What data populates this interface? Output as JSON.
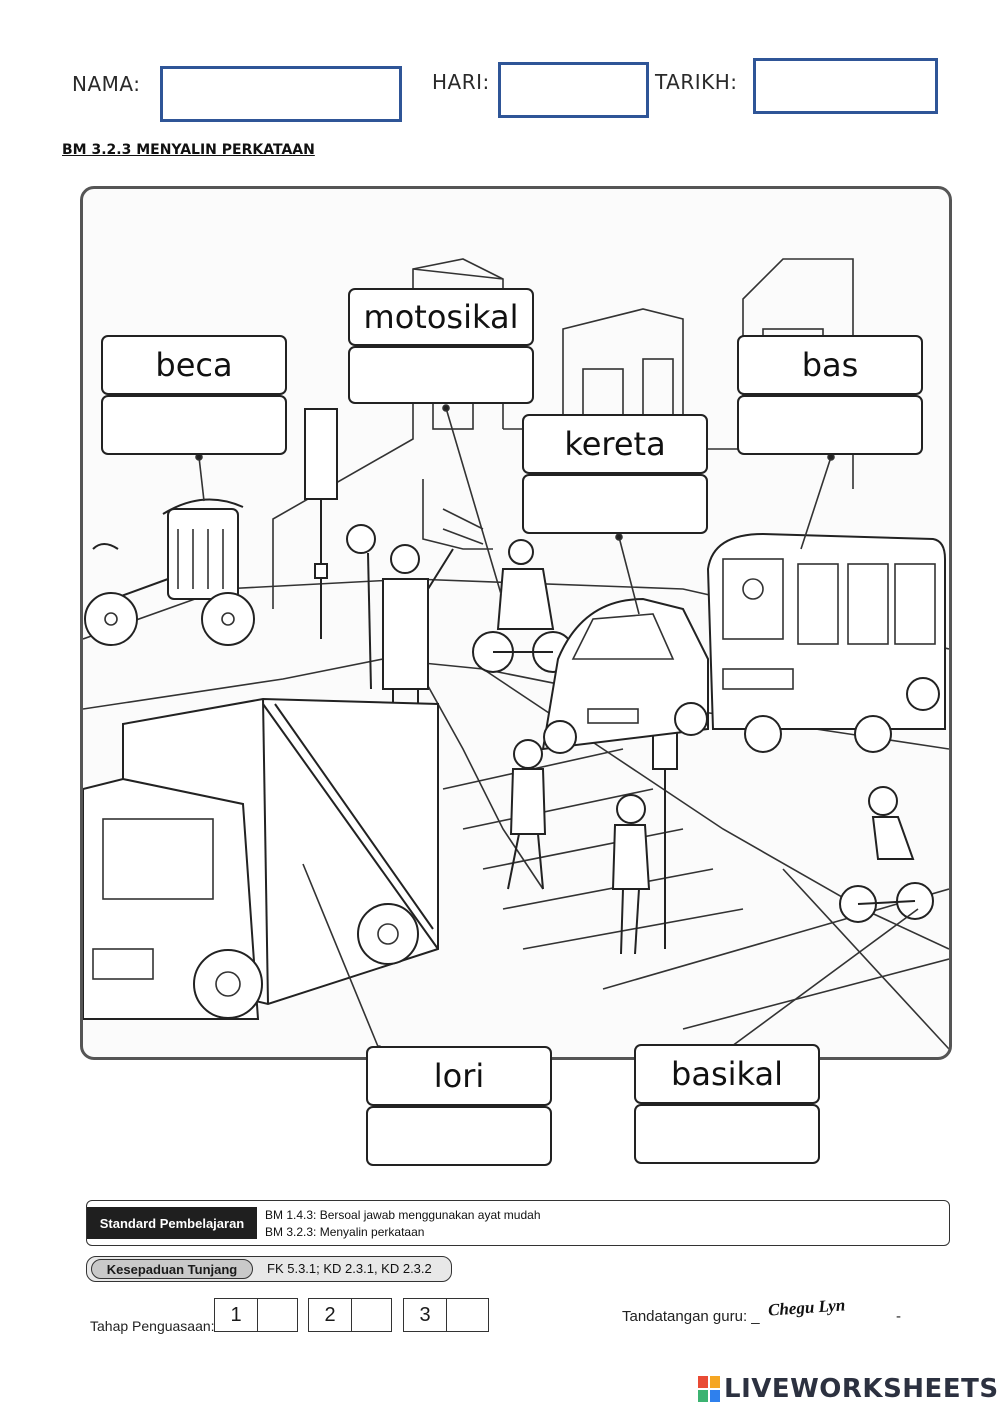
{
  "header": {
    "name_label": "NAMA:",
    "day_label": "HARI:",
    "date_label": "TARIKH:"
  },
  "subtitle": "BM 3.2.3 MENYALIN PERKATAAN",
  "words": {
    "beca": "beca",
    "motosikal": "motosikal",
    "bas": "bas",
    "kereta": "kereta",
    "lori": "lori",
    "basikal": "basikal"
  },
  "standard": {
    "title": "Standard Pembelajaran",
    "line1": "BM 1.4.3: Bersoal jawab menggunakan ayat mudah",
    "line2": "BM 3.2.3: Menyalin perkataan"
  },
  "kesepaduan": {
    "title": "Kesepaduan Tunjang",
    "text": "FK 5.3.1; KD 2.3.1, KD 2.3.2"
  },
  "tahap": {
    "label": "Tahap Penguasaan:",
    "levels": [
      "1",
      "2",
      "3"
    ]
  },
  "signature": {
    "label": "Tandatangan guru: _",
    "name": "Chegu Lyn",
    "trail": "-"
  },
  "brand": {
    "logo": "LWS",
    "text": "LIVEWORKSHEETS"
  }
}
